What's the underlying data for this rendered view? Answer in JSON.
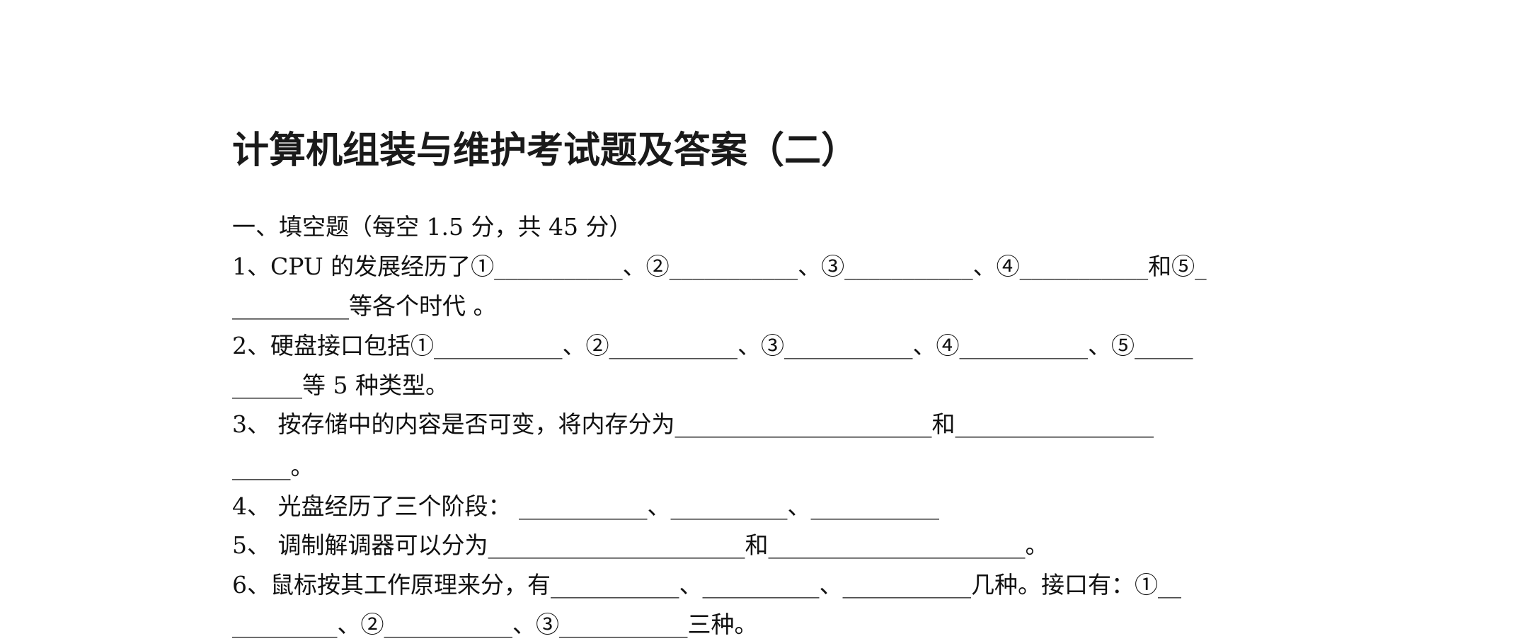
{
  "document": {
    "title": "计算机组装与维护考试题及答案（二）",
    "section_heading": "一、填空题（每空 1.5 分，共 45 分）",
    "lines": [
      "1、CPU 的发展经历了①___________、②___________、③___________、④___________和⑤_",
      "__________等各个时代 。",
      "2、硬盘接口包括①___________、②___________、③___________、④___________、⑤_____",
      "______等 5 种类型。",
      "3、 按存储中的内容是否可变，将内存分为______________________和_________________",
      "_____。",
      "4、 光盘经历了三个阶段： ___________、__________、___________",
      "5、 调制解调器可以分为______________________和______________________。",
      "6、鼠标按其工作原理来分，有___________、__________、___________几种。接口有：①__",
      "_________、②___________、③___________三种。"
    ]
  }
}
